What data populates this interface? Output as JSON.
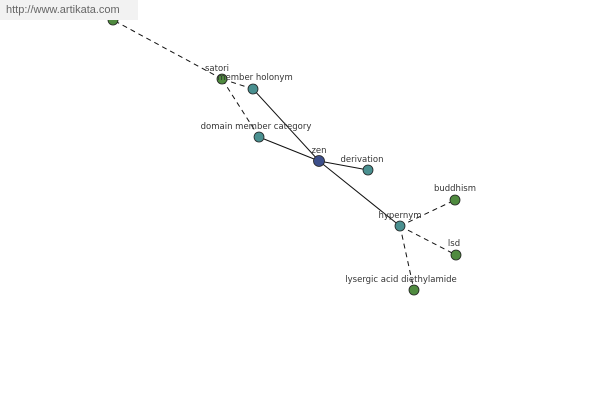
{
  "watermark": "http://www.artikata.com",
  "colors": {
    "center_node": "#3d4f8a",
    "relation_node": "#4a9090",
    "leaf_node": "#4f8a3f",
    "edge": "#111111",
    "label": "#333333"
  },
  "graph": {
    "nodes": [
      {
        "id": "offscreen",
        "label": "",
        "kind": "leaf"
      },
      {
        "id": "satori",
        "label": "satori",
        "kind": "leaf"
      },
      {
        "id": "member-holonym",
        "label": "member holonym",
        "kind": "relation"
      },
      {
        "id": "domain-member-category",
        "label": "domain member category",
        "kind": "relation"
      },
      {
        "id": "zen",
        "label": "zen",
        "kind": "center"
      },
      {
        "id": "derivation",
        "label": "derivation",
        "kind": "relation"
      },
      {
        "id": "hypernym",
        "label": "hypernym",
        "kind": "relation"
      },
      {
        "id": "buddhism",
        "label": "buddhism",
        "kind": "leaf"
      },
      {
        "id": "lsd",
        "label": "lsd",
        "kind": "leaf"
      },
      {
        "id": "lysergic-acid-diethylamide",
        "label": "lysergic acid diethylamide",
        "kind": "leaf"
      }
    ],
    "edges": [
      {
        "from": "zen",
        "to": "member-holonym",
        "style": "solid"
      },
      {
        "from": "zen",
        "to": "domain-member-category",
        "style": "solid"
      },
      {
        "from": "zen",
        "to": "derivation",
        "style": "solid"
      },
      {
        "from": "zen",
        "to": "hypernym",
        "style": "solid"
      },
      {
        "from": "member-holonym",
        "to": "satori",
        "style": "dashed"
      },
      {
        "from": "domain-member-category",
        "to": "satori",
        "style": "dashed"
      },
      {
        "from": "satori",
        "to": "offscreen",
        "style": "dashed"
      },
      {
        "from": "hypernym",
        "to": "buddhism",
        "style": "dashed"
      },
      {
        "from": "hypernym",
        "to": "lsd",
        "style": "dashed"
      },
      {
        "from": "hypernym",
        "to": "lysergic-acid-diethylamide",
        "style": "dashed"
      }
    ]
  }
}
